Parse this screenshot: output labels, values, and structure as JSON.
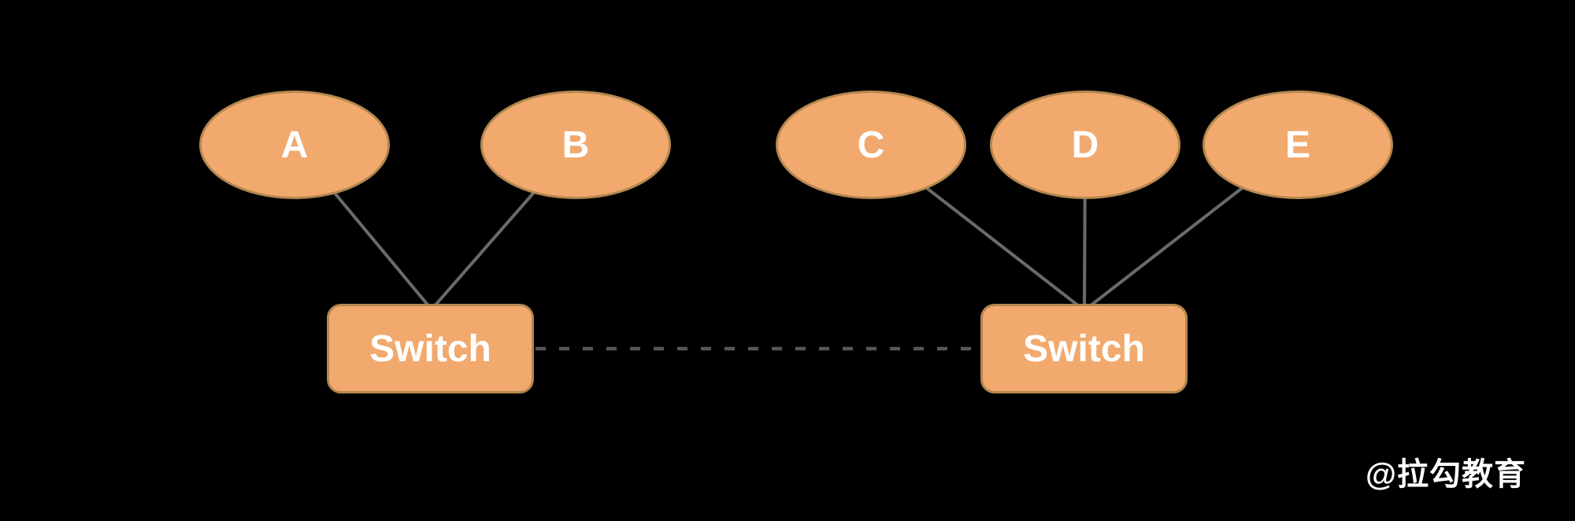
{
  "diagram": {
    "type": "network-topology",
    "nodes": [
      {
        "id": "host-a",
        "label": "A",
        "shape": "ellipse"
      },
      {
        "id": "host-b",
        "label": "B",
        "shape": "ellipse"
      },
      {
        "id": "host-c",
        "label": "C",
        "shape": "ellipse"
      },
      {
        "id": "host-d",
        "label": "D",
        "shape": "ellipse"
      },
      {
        "id": "host-e",
        "label": "E",
        "shape": "ellipse"
      },
      {
        "id": "switch-left",
        "label": "Switch",
        "shape": "rounded-rectangle"
      },
      {
        "id": "switch-right",
        "label": "Switch",
        "shape": "rounded-rectangle"
      }
    ],
    "edges": [
      {
        "from": "host-a",
        "to": "switch-left",
        "style": "solid"
      },
      {
        "from": "host-b",
        "to": "switch-left",
        "style": "solid"
      },
      {
        "from": "host-c",
        "to": "switch-right",
        "style": "solid"
      },
      {
        "from": "host-d",
        "to": "switch-right",
        "style": "solid"
      },
      {
        "from": "host-e",
        "to": "switch-right",
        "style": "solid"
      },
      {
        "from": "switch-left",
        "to": "switch-right",
        "style": "dashed"
      }
    ]
  },
  "watermark": {
    "text": "@拉勾教育"
  },
  "colors": {
    "background": "#000000",
    "node_fill": "#F2A96E",
    "node_border": "#B3874F",
    "node_text": "#FFFFFF",
    "edge_solid": "#6A6A6A",
    "edge_dashed": "#575757",
    "watermark_color": "#FFFFFF"
  }
}
